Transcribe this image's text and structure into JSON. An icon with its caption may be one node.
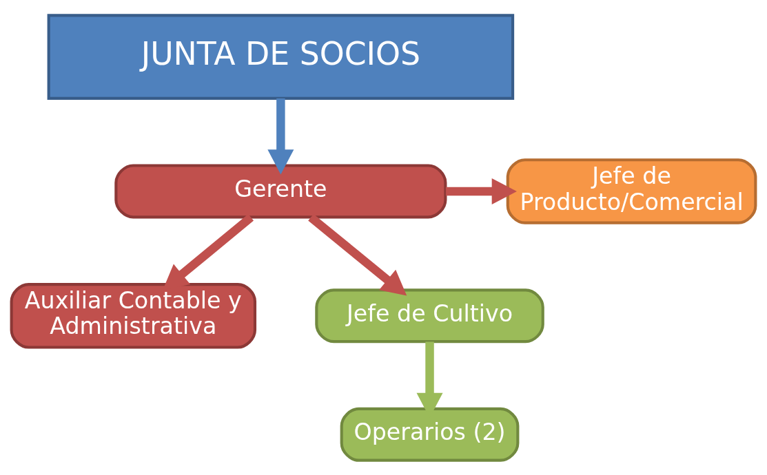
{
  "diagram": {
    "nodes": [
      {
        "text": [
          "JUNTA DE SOCIOS"
        ]
      },
      {
        "text": [
          "Gerente"
        ]
      },
      {
        "text": [
          "Jefe de Producto/Comercial"
        ]
      },
      {
        "text": [
          "Auxiliar Contable y Administrativa"
        ]
      },
      {
        "text": [
          "Jefe de Cultivo"
        ]
      },
      {
        "text": [
          "Operarios (2)"
        ]
      }
    ],
    "edges": [
      {
        "from": 0,
        "to": 1,
        "arrow": "to",
        "color": "#4f81bd"
      },
      {
        "from": 1,
        "to": 2,
        "arrow": "to"
      },
      {
        "from": 1,
        "to": 3,
        "arrow": "to"
      },
      {
        "from": 1,
        "to": 4,
        "arrow": "to"
      },
      {
        "from": 4,
        "to": 5,
        "arrow": "to",
        "color": "#9bbb59"
      }
    ]
  }
}
